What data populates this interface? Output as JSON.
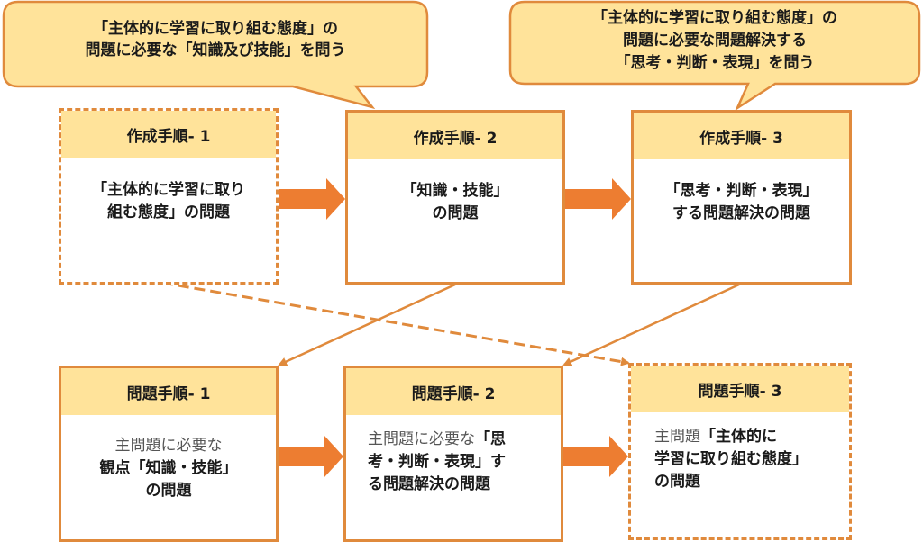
{
  "colors": {
    "accent": "#e08a3c",
    "header_fill": "#ffe39a",
    "callout_fill": "#ffe39a",
    "arrow": "#ed7d31"
  },
  "callouts": [
    {
      "lines": [
        "「主体的に学習に取り組む態度」の",
        "問題に必要な「知識及び技能」を問う"
      ]
    },
    {
      "lines": [
        "「主体的に学習に取り組む態度」の",
        "問題に必要な問題解決する",
        "「思考・判断・表現」を問う"
      ]
    }
  ],
  "creation_steps": [
    {
      "title": "作成手順- 1",
      "lines": [
        "「主体的に学習に取り",
        "組む態度」の問題"
      ],
      "style": "dashed"
    },
    {
      "title": "作成手順- 2",
      "lines": [
        "「知識・技能」",
        "の問題"
      ],
      "style": "solid"
    },
    {
      "title": "作成手順- 3",
      "lines": [
        "「思考・判断・表現」",
        "する問題解決の問題"
      ],
      "style": "solid"
    }
  ],
  "question_steps": [
    {
      "title": "問題手順- 1",
      "light_line": "主問題に必要な",
      "lines": [
        "観点「知識・技能」",
        "の問題"
      ],
      "style": "solid"
    },
    {
      "title": "問題手順- 2",
      "light_prefix": "主問題に必要な",
      "bold_suffix": "「思",
      "lines": [
        "考・判断・表現」す",
        "る問題解決の問題"
      ],
      "style": "solid"
    },
    {
      "title": "問題手順- 3",
      "light_prefix": "主問題",
      "bold_suffix": "「主体的に",
      "lines": [
        "学習に取り組む態度」",
        "の問題"
      ],
      "style": "dashed"
    }
  ],
  "arrows": [
    {
      "from": "作成手順- 1",
      "to": "作成手順- 2",
      "type": "block"
    },
    {
      "from": "作成手順- 2",
      "to": "作成手順- 3",
      "type": "block"
    },
    {
      "from": "問題手順- 1",
      "to": "問題手順- 2",
      "type": "block"
    },
    {
      "from": "問題手順- 2",
      "to": "問題手順- 3",
      "type": "block"
    },
    {
      "from": "作成手順- 2",
      "to": "問題手順- 1",
      "type": "line"
    },
    {
      "from": "作成手順- 3",
      "to": "問題手順- 2",
      "type": "line"
    },
    {
      "from": "作成手順- 1",
      "to": "問題手順- 3",
      "type": "dashed-line"
    }
  ]
}
